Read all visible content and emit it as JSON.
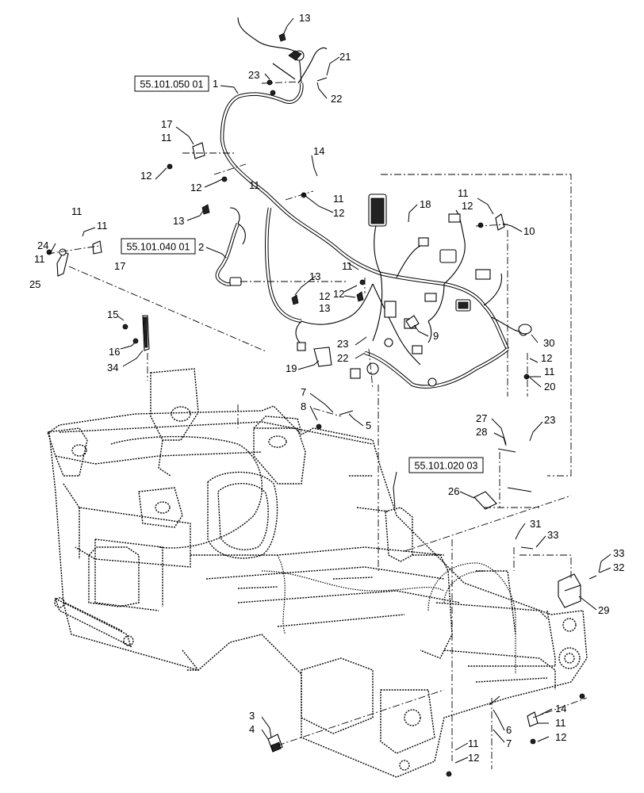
{
  "diagram": {
    "callouts": [
      "13",
      "21",
      "23",
      "22",
      "1",
      "17",
      "11",
      "12",
      "14",
      "11",
      "12",
      "11",
      "12",
      "11",
      "11",
      "24",
      "25",
      "17",
      "11",
      "13",
      "2",
      "18",
      "11",
      "12",
      "10",
      "11",
      "12",
      "13",
      "12",
      "13",
      "30",
      "23",
      "22",
      "9",
      "12",
      "11",
      "19",
      "20",
      "15",
      "16",
      "34",
      "7",
      "8",
      "5",
      "27",
      "28",
      "23",
      "26",
      "31",
      "33",
      "33",
      "32",
      "29",
      "3",
      "4",
      "14",
      "11",
      "12",
      "6",
      "7",
      "11",
      "12"
    ],
    "references": [
      "55.101.050 01",
      "55.101.040 01",
      "55.101.020 03"
    ]
  }
}
